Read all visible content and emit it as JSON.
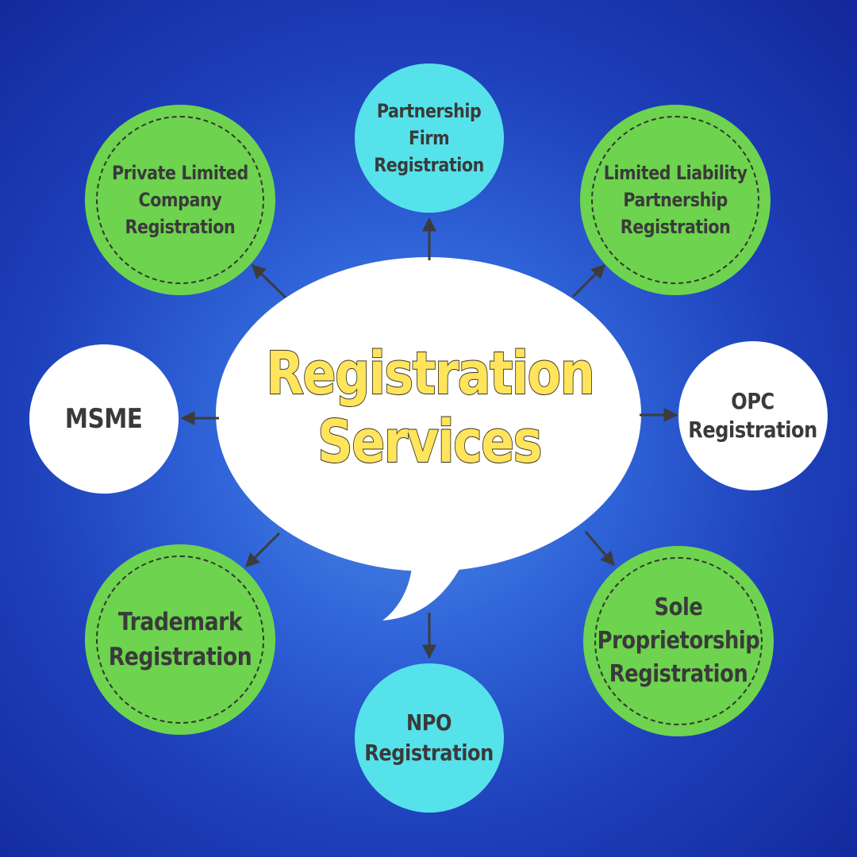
{
  "title": {
    "line1": "Registration",
    "line2": "Services"
  },
  "nodes": {
    "private_limited": {
      "line1": "Private Limited",
      "line2": "Company",
      "line3": "Registration"
    },
    "partnership_firm": {
      "line1": "Partnership",
      "line2": "Firm",
      "line3": "Registration"
    },
    "llp": {
      "line1": "Limited Liability",
      "line2": "Partnership",
      "line3": "Registration"
    },
    "msme": {
      "line1": "MSME"
    },
    "opc": {
      "line1": "OPC",
      "line2": "Registration"
    },
    "trademark": {
      "line1": "Trademark",
      "line2": "Registration"
    },
    "npo": {
      "line1": "NPO",
      "line2": "Registration"
    },
    "sole_proprietorship": {
      "line1": "Sole",
      "line2": "Proprietorship",
      "line3": "Registration"
    }
  },
  "colors": {
    "green_node": "#6ed34f",
    "cyan_node": "#56e2ea",
    "white_node": "#ffffff",
    "title_text": "#ffe45c",
    "arrow": "#3c3c3c"
  }
}
